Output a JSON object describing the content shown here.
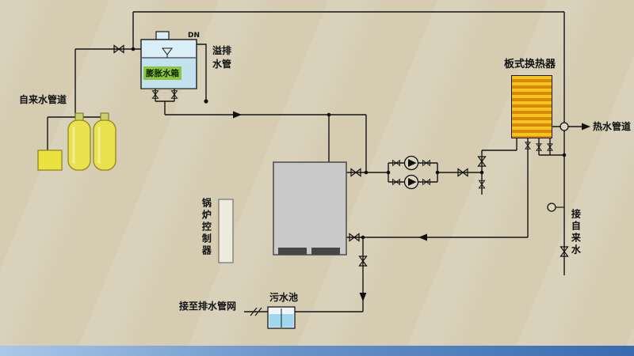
{
  "labels": {
    "tap_water_pipe": "自来水管道",
    "expansion_tank": "膨胀水箱",
    "dn": "DN",
    "overflow_pipe_line1": "溢排",
    "overflow_pipe_line2": "水管",
    "boiler_controller": "锅炉控制器",
    "plate_heat_exchanger": "板式换热器",
    "hot_water_pipe": "热水管道",
    "connect_tap_water": "接自来水",
    "connect_drain_network": "接至排水管网",
    "sewage_pool": "污水池"
  },
  "colors": {
    "background": "#d5ccb2",
    "pipe": "#141414",
    "label_highlight": "#8cc63f",
    "expansion_tank_body": "#d9eef6",
    "expansion_tank_water": "#c2e2f0",
    "softener_tank": "#e9e14e",
    "heat_exchanger_stripe_light": "#f6c51d",
    "heat_exchanger_stripe_dark": "#d8880a",
    "boiler_body": "#c9c9c9",
    "pool_water": "#9fd8ee",
    "bottom_bar_left": "#a9c9e8",
    "bottom_bar_right": "#3a6ab0"
  }
}
